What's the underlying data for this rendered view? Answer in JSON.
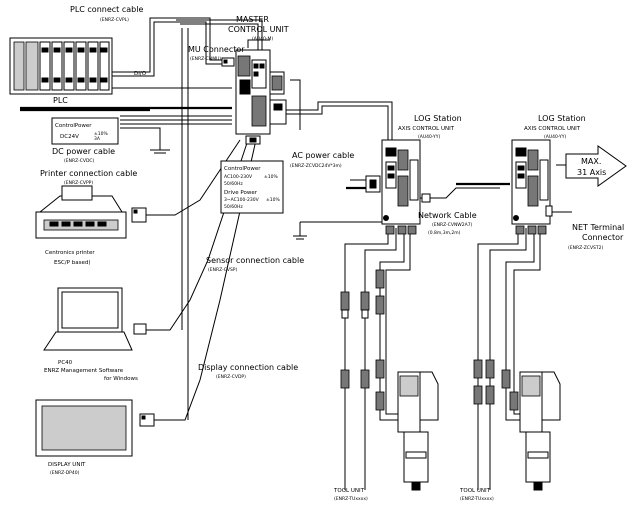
{
  "labels": {
    "plc_connect_cable": "PLC connect cable",
    "plc_connect_cable_code": "(ENRZ-CVPL)",
    "master_control_unit_1": "MASTER",
    "master_control_unit_2": "CONTROL UNIT",
    "master_control_unit_code": "(AU40-M)",
    "mu_connector": "MU Connector",
    "mu_connector_code": "(ENRZ-CNMU)",
    "plc": "PLC",
    "dio": "DI/O",
    "control_power": "ControlPower",
    "dc24v": "DC24V",
    "dc24v_spec": "±10%\n3A",
    "dc_power_cable": "DC power cable",
    "dc_power_cable_code": "(ENRZ-CVDC)",
    "printer_connection_cable": "Printer connection cable",
    "printer_connection_cable_code": "(ENRZ-CVPP)",
    "centronics_printer": "Centronics printer",
    "escp_based": "ESC/P based)",
    "sensor_connection_cable": "Sensor connection cable",
    "sensor_connection_cable_code": "(ENRZ-CVSP)",
    "pc40": "PC40",
    "enrz_software_1": "ENRZ Management Software",
    "enrz_software_2": "for Windows",
    "display_connection_cable": "Display connection cable",
    "display_connection_cable_code": "(ENRZ-CVDP)",
    "display_unit": "DISPLAY UNIT",
    "display_unit_code": "(ENRZ-DP40)",
    "ac_power_cable": "AC power cable",
    "ac_power_cable_code": "(ENRZ-ZCVDC24V*3m)",
    "ac_box_control_power": "ControlPower",
    "ac_box_line1": "AC100-230V",
    "ac_box_line1b": "±10%",
    "ac_box_line2": "50/60Hz",
    "ac_box_drive_power": "Drive Power",
    "ac_box_line3": "3~AC100-230V",
    "ac_box_line3b": "±10%",
    "ac_box_line4": "50/60Hz",
    "log_station_1": "LOG Station",
    "axis_control_unit_1": "AXIS CONTROL UNIT",
    "axis_control_unit_code_1": "(AU40-YY)",
    "log_station_2": "LOG Station",
    "axis_control_unit_2": "AXIS CONTROL UNIT",
    "axis_control_unit_code_2": "(AU40-YY)",
    "max_1": "MAX.",
    "max_2": "31 Axis",
    "network_cable": "Network Cable",
    "network_cable_code": "(ENRZ-CVNW2A7)",
    "network_cable_len": "(0.8m,3m,2m)",
    "net_terminal_connector_1": "NET Terminal",
    "net_terminal_connector_2": "Connector",
    "net_terminal_connector_code": "(ENRZ-ZCVST2)",
    "tool_unit_1": "TOOL UNIT",
    "tool_unit_code_1": "(ENRZ-TUxxxx)",
    "tool_unit_2": "TOOL UNIT",
    "tool_unit_code_2": "(ENRZ-TUxxxx)"
  }
}
